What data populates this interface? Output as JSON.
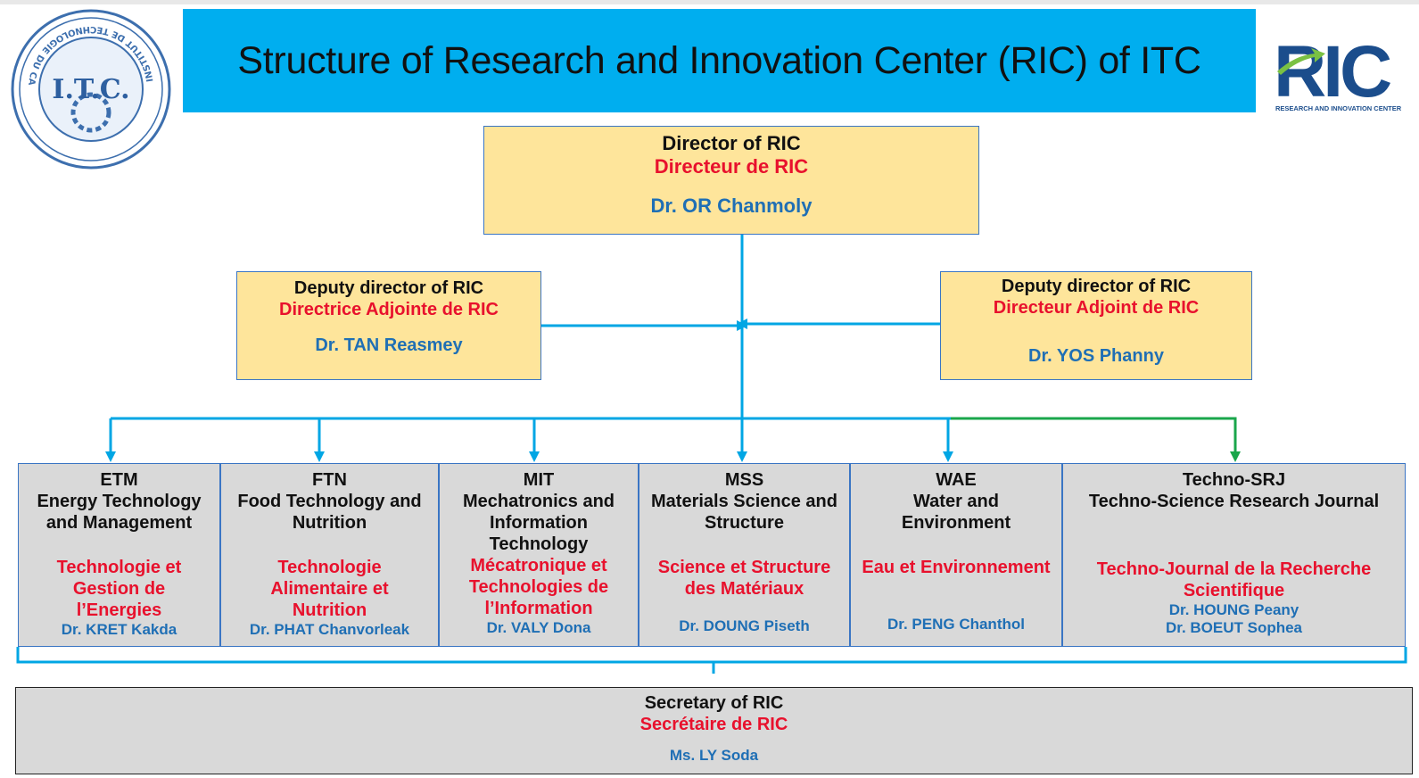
{
  "title": "Structure of Research and Innovation Center (RIC) of ITC",
  "logos": {
    "itc_text": "I.T.C.",
    "itc_ring": "INSTITUT DE TECHNOLOGIE DU CAMBODGE",
    "ric_text": "RIC",
    "ric_caption": "RESEARCH AND INNOVATION CENTER"
  },
  "director": {
    "title_en": "Director of RIC",
    "title_fr": "Directeur de RIC",
    "name": "Dr. OR Chanmoly"
  },
  "deputy_left": {
    "title_en": "Deputy director of RIC",
    "title_fr": "Directrice Adjointe de RIC",
    "name": "Dr. TAN Reasmey"
  },
  "deputy_right": {
    "title_en": "Deputy director of RIC",
    "title_fr": "Directeur Adjoint de RIC",
    "name": "Dr. YOS Phanny"
  },
  "departments": [
    {
      "code": "ETM",
      "name_en_1": "Energy Technology",
      "name_en_2": "and Management",
      "name_en_3": "",
      "name_fr_1": "Technologie et",
      "name_fr_2": "Gestion de",
      "name_fr_3": "l’Energies",
      "people_1": "Dr. KRET Kakda",
      "people_2": ""
    },
    {
      "code": "FTN",
      "name_en_1": "Food Technology and",
      "name_en_2": "Nutrition",
      "name_en_3": "",
      "name_fr_1": "Technologie",
      "name_fr_2": "Alimentaire et",
      "name_fr_3": "Nutrition",
      "people_1": "Dr. PHAT Chanvorleak",
      "people_2": ""
    },
    {
      "code": "MIT",
      "name_en_1": "Mechatronics and",
      "name_en_2": "Information",
      "name_en_3": "Technology",
      "name_fr_1": "Mécatronique et",
      "name_fr_2": "Technologies de",
      "name_fr_3": "l’Information",
      "people_1": "Dr. VALY Dona",
      "people_2": ""
    },
    {
      "code": "MSS",
      "name_en_1": "Materials Science and",
      "name_en_2": "Structure",
      "name_en_3": "",
      "name_fr_1": "Science et Structure",
      "name_fr_2": "des Matériaux",
      "name_fr_3": "",
      "people_1": "Dr. DOUNG Piseth",
      "people_2": ""
    },
    {
      "code": "WAE",
      "name_en_1": "Water and",
      "name_en_2": "Environment",
      "name_en_3": "",
      "name_fr_1": "Eau et Environnement",
      "name_fr_2": "",
      "name_fr_3": "",
      "people_1": "Dr. PENG Chanthol",
      "people_2": ""
    },
    {
      "code": "Techno-SRJ",
      "name_en_1": "Techno-Science Research Journal",
      "name_en_2": "",
      "name_en_3": "",
      "name_fr_1": "Techno-Journal de la Recherche",
      "name_fr_2": "Scientifique",
      "name_fr_3": "",
      "people_1": "Dr. HOUNG Peany",
      "people_2": "Dr. BOEUT Sophea"
    }
  ],
  "secretary": {
    "title_en": "Secretary of RIC",
    "title_fr": "Secrétaire de RIC",
    "name": "Ms. LY Soda"
  },
  "colors": {
    "banner": "#00aeef",
    "gold_box": "#fee59b",
    "grey_box": "#d9d9d9",
    "connector": "#00a6e4",
    "journal_connector": "#1aa64b",
    "french_text": "#e8112d",
    "name_text": "#1f6fb5"
  }
}
